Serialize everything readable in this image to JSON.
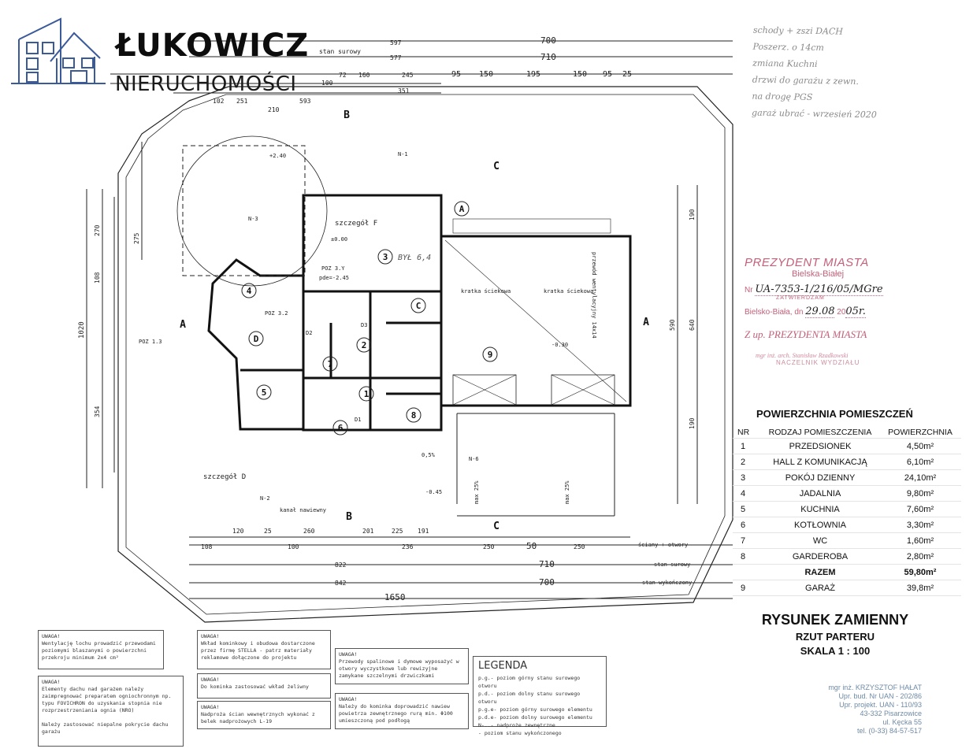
{
  "logo": {
    "title": "ŁUKOWICZ",
    "subtitle": "NIERUCHOMOŚCI",
    "color": "#3a5a9a"
  },
  "handwritten_note": [
    "schody + zszi DACH",
    "Poszerz. o 14cm",
    "zmiana Kuchni",
    "drzwi do garażu z zewn.",
    "na drogę PGS",
    "garaż ubrać - wrzesień 2020"
  ],
  "approval_stamp": {
    "line1": "PREZYDENT MIASTA",
    "line2": "Bielska-Białej",
    "nr_label": "Nr",
    "nr_value": "UA-7353-1/216/05/MGre",
    "approved": "ZATWIERDZAM",
    "place_label": "Bielsko-Biała, dn",
    "date_value": "29.08",
    "year_prefix": "20",
    "year_value": "05r.",
    "for_label": "Z up. PREZYDENTA MIASTA",
    "official": "mgr inż. arch. Stanisław Rzadkowski",
    "position": "NACZELNIK WYDZIAŁU"
  },
  "areas_table": {
    "title": "POWIERZCHNIA POMIESZCZEŃ",
    "headers": [
      "NR",
      "RODZAJ POMIESZCZENIA",
      "POWIERZCHNIA"
    ],
    "rows": [
      {
        "nr": "1",
        "name": "PRZEDSIONEK",
        "area": "4,50m²"
      },
      {
        "nr": "2",
        "name": "HALL Z KOMUNIKACJĄ",
        "area": "6,10m²"
      },
      {
        "nr": "3",
        "name": "POKÓJ DZIENNY",
        "area": "24,10m²"
      },
      {
        "nr": "4",
        "name": "JADALNIA",
        "area": "9,80m²"
      },
      {
        "nr": "5",
        "name": "KUCHNIA",
        "area": "7,60m²"
      },
      {
        "nr": "6",
        "name": "KOTŁOWNIA",
        "area": "3,30m²"
      },
      {
        "nr": "7",
        "name": "WC",
        "area": "1,60m²"
      },
      {
        "nr": "8",
        "name": "GARDEROBA",
        "area": "2,80m²"
      }
    ],
    "total": {
      "name": "RAZEM",
      "area": "59,80m²"
    },
    "extra": {
      "nr": "9",
      "name": "GARAŻ",
      "area": "39,8m²"
    }
  },
  "title_block": {
    "title": "RYSUNEK ZAMIENNY",
    "subtitle": "RZUT PARTERU",
    "scale": "SKALA 1 : 100"
  },
  "author_stamp": [
    "mgr inż. KRZYSZTOF HAŁAT",
    "Upr. bud. Nr UAN - 202/86",
    "Upr. projekt. UAN - 110/93",
    "43-332 Pisarzowice",
    "ul. Kęcka 55",
    "tel. (0-33) 84-57-517"
  ],
  "notes": [
    {
      "head": "UWAGA!",
      "text": "Wentylację lochu prowadzić przewodami poziomymi blaszanymi o powierzchni przekroju minimum 2x4 cm²"
    },
    {
      "head": "UWAGA!",
      "text": "Elementy dachu nad garażem należy zaimpregnować preparatem ogniochronnym np. typu FOVICHRON do uzyskania stopnia nie rozprzestrzeniania ognia (NRO)",
      "text2": "Należy zastosować niepalne pokrycie dachu garażu"
    },
    {
      "head": "UWAGA!",
      "text": "Wkład kominkowy i obudowa dostarczone przez firmę STELLA - patrz materiały reklamowe dołączone do projektu"
    },
    {
      "head": "UWAGA!",
      "text": "Do kominka zastosować wkład żeliwny"
    },
    {
      "head": "UWAGA!",
      "text": "Nadproża ścian wewnętrznych wykonać z belek nadprożowych L-19"
    },
    {
      "head": "UWAGA!",
      "text": "Przewody spalinowe i dymowe wyposażyć w otwory wyczystkowe lub rewizyjne zamykane szczelnymi drzwiczkami"
    },
    {
      "head": "UWAGA!",
      "text": "Należy do kominka doprowadzić nawiew powietrza zewnętrznego rurą min. Φ100 umieszczoną pod podłogą"
    }
  ],
  "legend": {
    "title": "LEGENDA",
    "items": [
      "p.g.- poziom górny stanu surowego otworu",
      "p.d.- poziom dolny stanu surowego otworu",
      "p.g.e- poziom górny surowego elementu",
      "p.d.e- poziom dolny surowego elementu",
      "N-..- nadproże zewnętrzne",
      "- poziom stanu wykończonego"
    ]
  },
  "plan": {
    "dims_top": [
      "700",
      "710",
      "95",
      "150",
      "195",
      "150",
      "95",
      "25",
      "597",
      "577",
      "102",
      "251",
      "100",
      "72",
      "160",
      "245",
      "351",
      "593",
      "210",
      "stan surowy"
    ],
    "dims_bottom": [
      "1650",
      "822",
      "842",
      "710",
      "700",
      "50",
      "250",
      "250",
      "120",
      "25",
      "260",
      "201",
      "225",
      "191",
      "108",
      "100",
      "236",
      "stan surowy",
      "stan wykończony",
      "ściany + otwory"
    ],
    "dims_left": [
      "1020",
      "270",
      "108",
      "354",
      "275"
    ],
    "dims_right": [
      "590",
      "640",
      "190",
      "190"
    ],
    "room_numbers": [
      "1",
      "2",
      "3",
      "4",
      "5",
      "6",
      "7",
      "8",
      "9"
    ],
    "axis_letters": [
      "A",
      "C",
      "D"
    ],
    "section_marks": [
      "A",
      "A",
      "B",
      "B",
      "C",
      "C"
    ],
    "labels": [
      "szczegół F",
      "szczegół D",
      "POZ 3.Y",
      "pde=-2.45",
      "POZ 3.2",
      "POZ 1.3",
      "N-1",
      "N-2",
      "N-3",
      "N-6",
      "±0.00",
      "-0.30",
      "-0.45",
      "+2.40",
      "kratka ściekowa",
      "kratka ściekowa",
      "przewód wentylacyjny 14x14",
      "max 25%",
      "max 25%",
      "0,5%",
      "kanał nawiewny",
      "BYŁ 6,4",
      "D1",
      "D2",
      "D3"
    ]
  }
}
